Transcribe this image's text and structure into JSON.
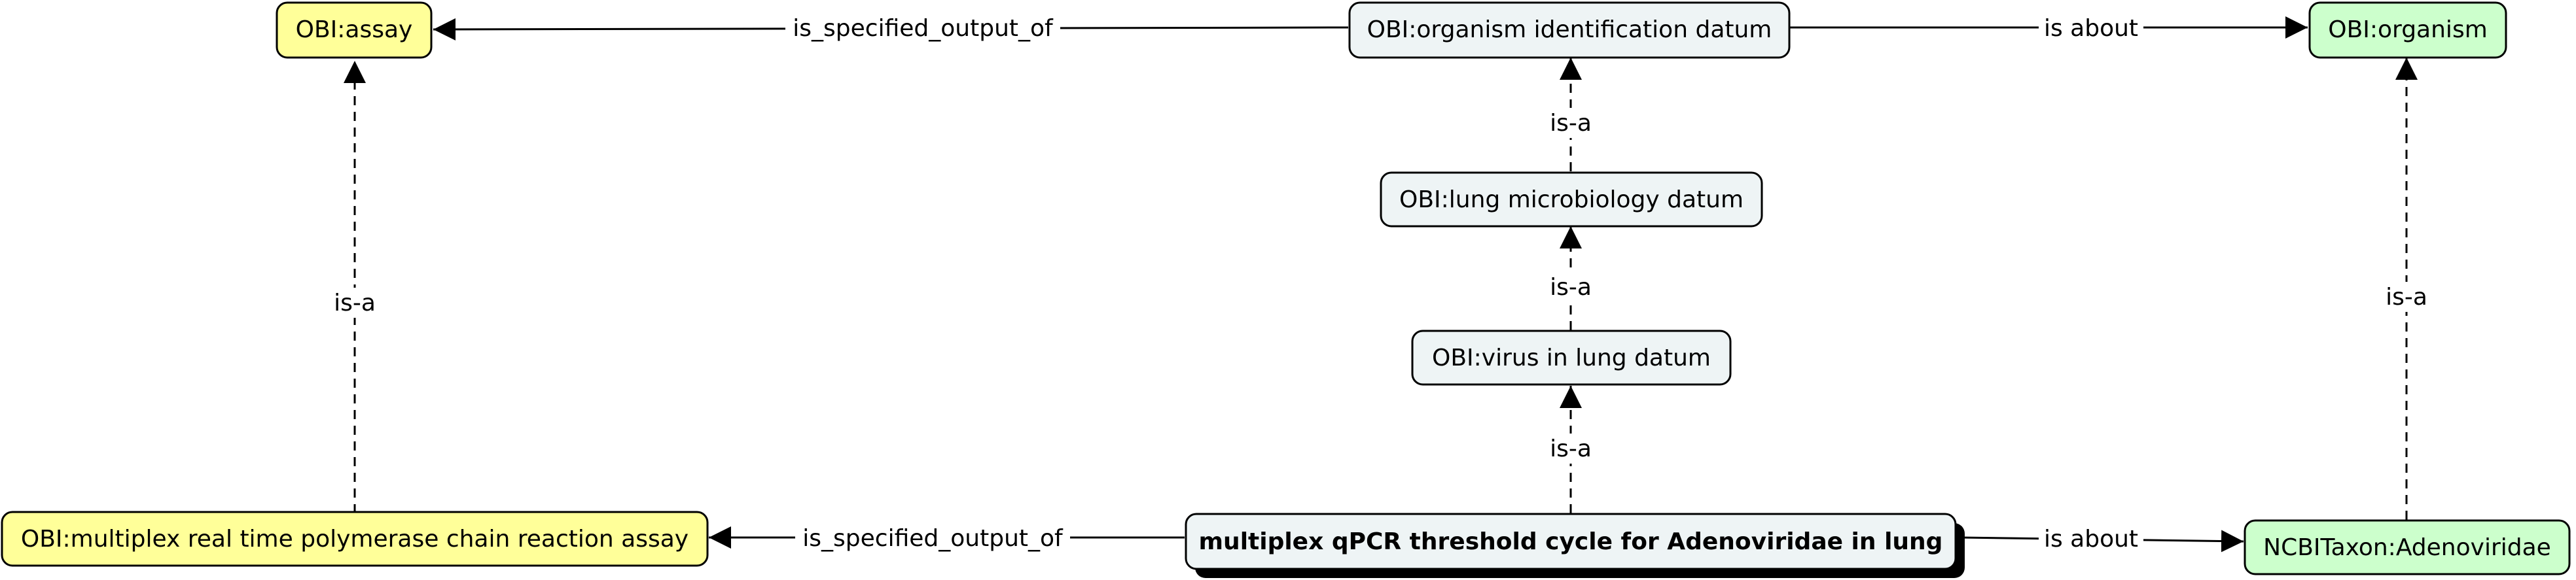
{
  "colors": {
    "class_yellow": "#ffff99",
    "class_green": "#ccffcc",
    "class_grey": "#eef4f5",
    "border": "#000000",
    "shadow": "#000000"
  },
  "nodes": {
    "assay": "OBI:assay",
    "organism_identification_datum": "OBI:organism identification datum",
    "organism": "OBI:organism",
    "lung_microbiology_datum": "OBI:lung microbiology datum",
    "virus_in_lung_datum": "OBI:virus in lung datum",
    "multiplex_assay": "OBI:multiplex real time polymerase chain reaction assay",
    "threshold_cycle": "multiplex qPCR threshold cycle for Adenoviridae in lung",
    "adenoviridae": "NCBITaxon:Adenoviridae"
  },
  "edges": {
    "top_output": "is_specified_output_of",
    "top_about": "is about",
    "is_a_lung_micro": "is-a",
    "is_a_virus": "is-a",
    "is_a_threshold": "is-a",
    "is_a_assay": "is-a",
    "is_a_organism": "is-a",
    "bottom_output": "is_specified_output_of",
    "bottom_about": "is about"
  }
}
